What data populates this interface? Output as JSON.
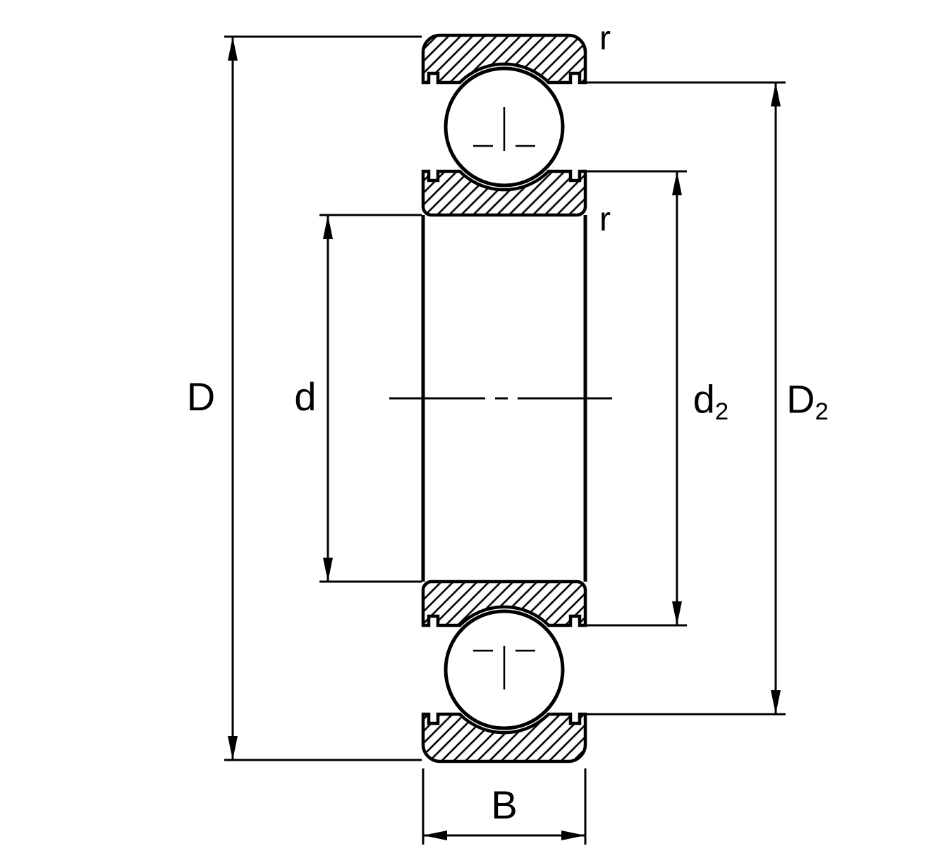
{
  "diagram": {
    "type": "bearing-cross-section-dimension-drawing",
    "colors": {
      "line": "#000000",
      "background": "#ffffff"
    },
    "labels": {
      "outer_diameter": {
        "text": "D"
      },
      "bore_diameter": {
        "text": "d"
      },
      "shoulder_diameter_inner": {
        "text": "d",
        "sub": "2"
      },
      "shoulder_diameter_outer": {
        "text": "D",
        "sub": "2"
      },
      "width": {
        "text": "B"
      },
      "chamfer_radius_outer": {
        "text": "r"
      },
      "chamfer_radius_inner": {
        "text": "r"
      }
    }
  }
}
